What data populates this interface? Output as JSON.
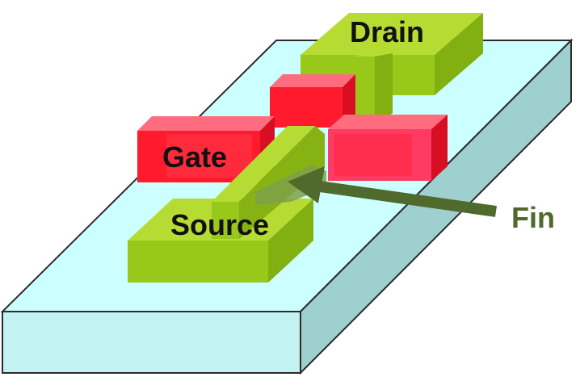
{
  "diagram": {
    "labels": {
      "drain": "Drain",
      "gate": "Gate",
      "source": "Source",
      "fin": "Fin"
    },
    "colors": {
      "substrate_top": "#ccffff",
      "substrate_front": "#c2f2f2",
      "substrate_side": "#9fd0d0",
      "outline": "#2b2b2b",
      "green_top": "#b6dc34",
      "green_front": "#98c81a",
      "green_side": "#82b010",
      "red_top": "#ff6b7f",
      "red_front": "#ff1a2e",
      "red_side": "#d80f22",
      "pink_front": "#ff3b63",
      "fin_overlap": "#7fa04a",
      "arrow": "#4f6a2c",
      "label_dark": "#111111",
      "label_fin": "#4f6a2c"
    }
  }
}
